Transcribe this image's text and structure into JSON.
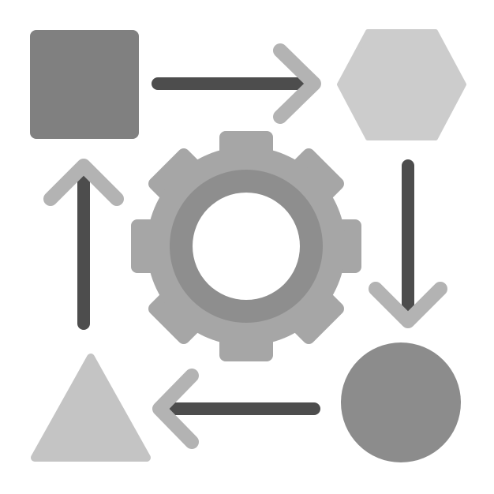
{
  "icon": {
    "name": "process-cycle-icon",
    "shapes": [
      "square",
      "hexagon",
      "circle",
      "triangle"
    ],
    "center": "gear",
    "flow": "clockwise"
  },
  "colors": {
    "background": "#ffffff",
    "square": "#808080",
    "hexagon": "#cccccc",
    "circle": "#8c8c8c",
    "triangle": "#c4c4c4",
    "gear_outer": "#a6a6a6",
    "gear_ring": "#8e8e8e",
    "gear_hole": "#ffffff",
    "arrow_shaft": "#4d4d4d",
    "arrow_head": "#b3b3b3"
  }
}
